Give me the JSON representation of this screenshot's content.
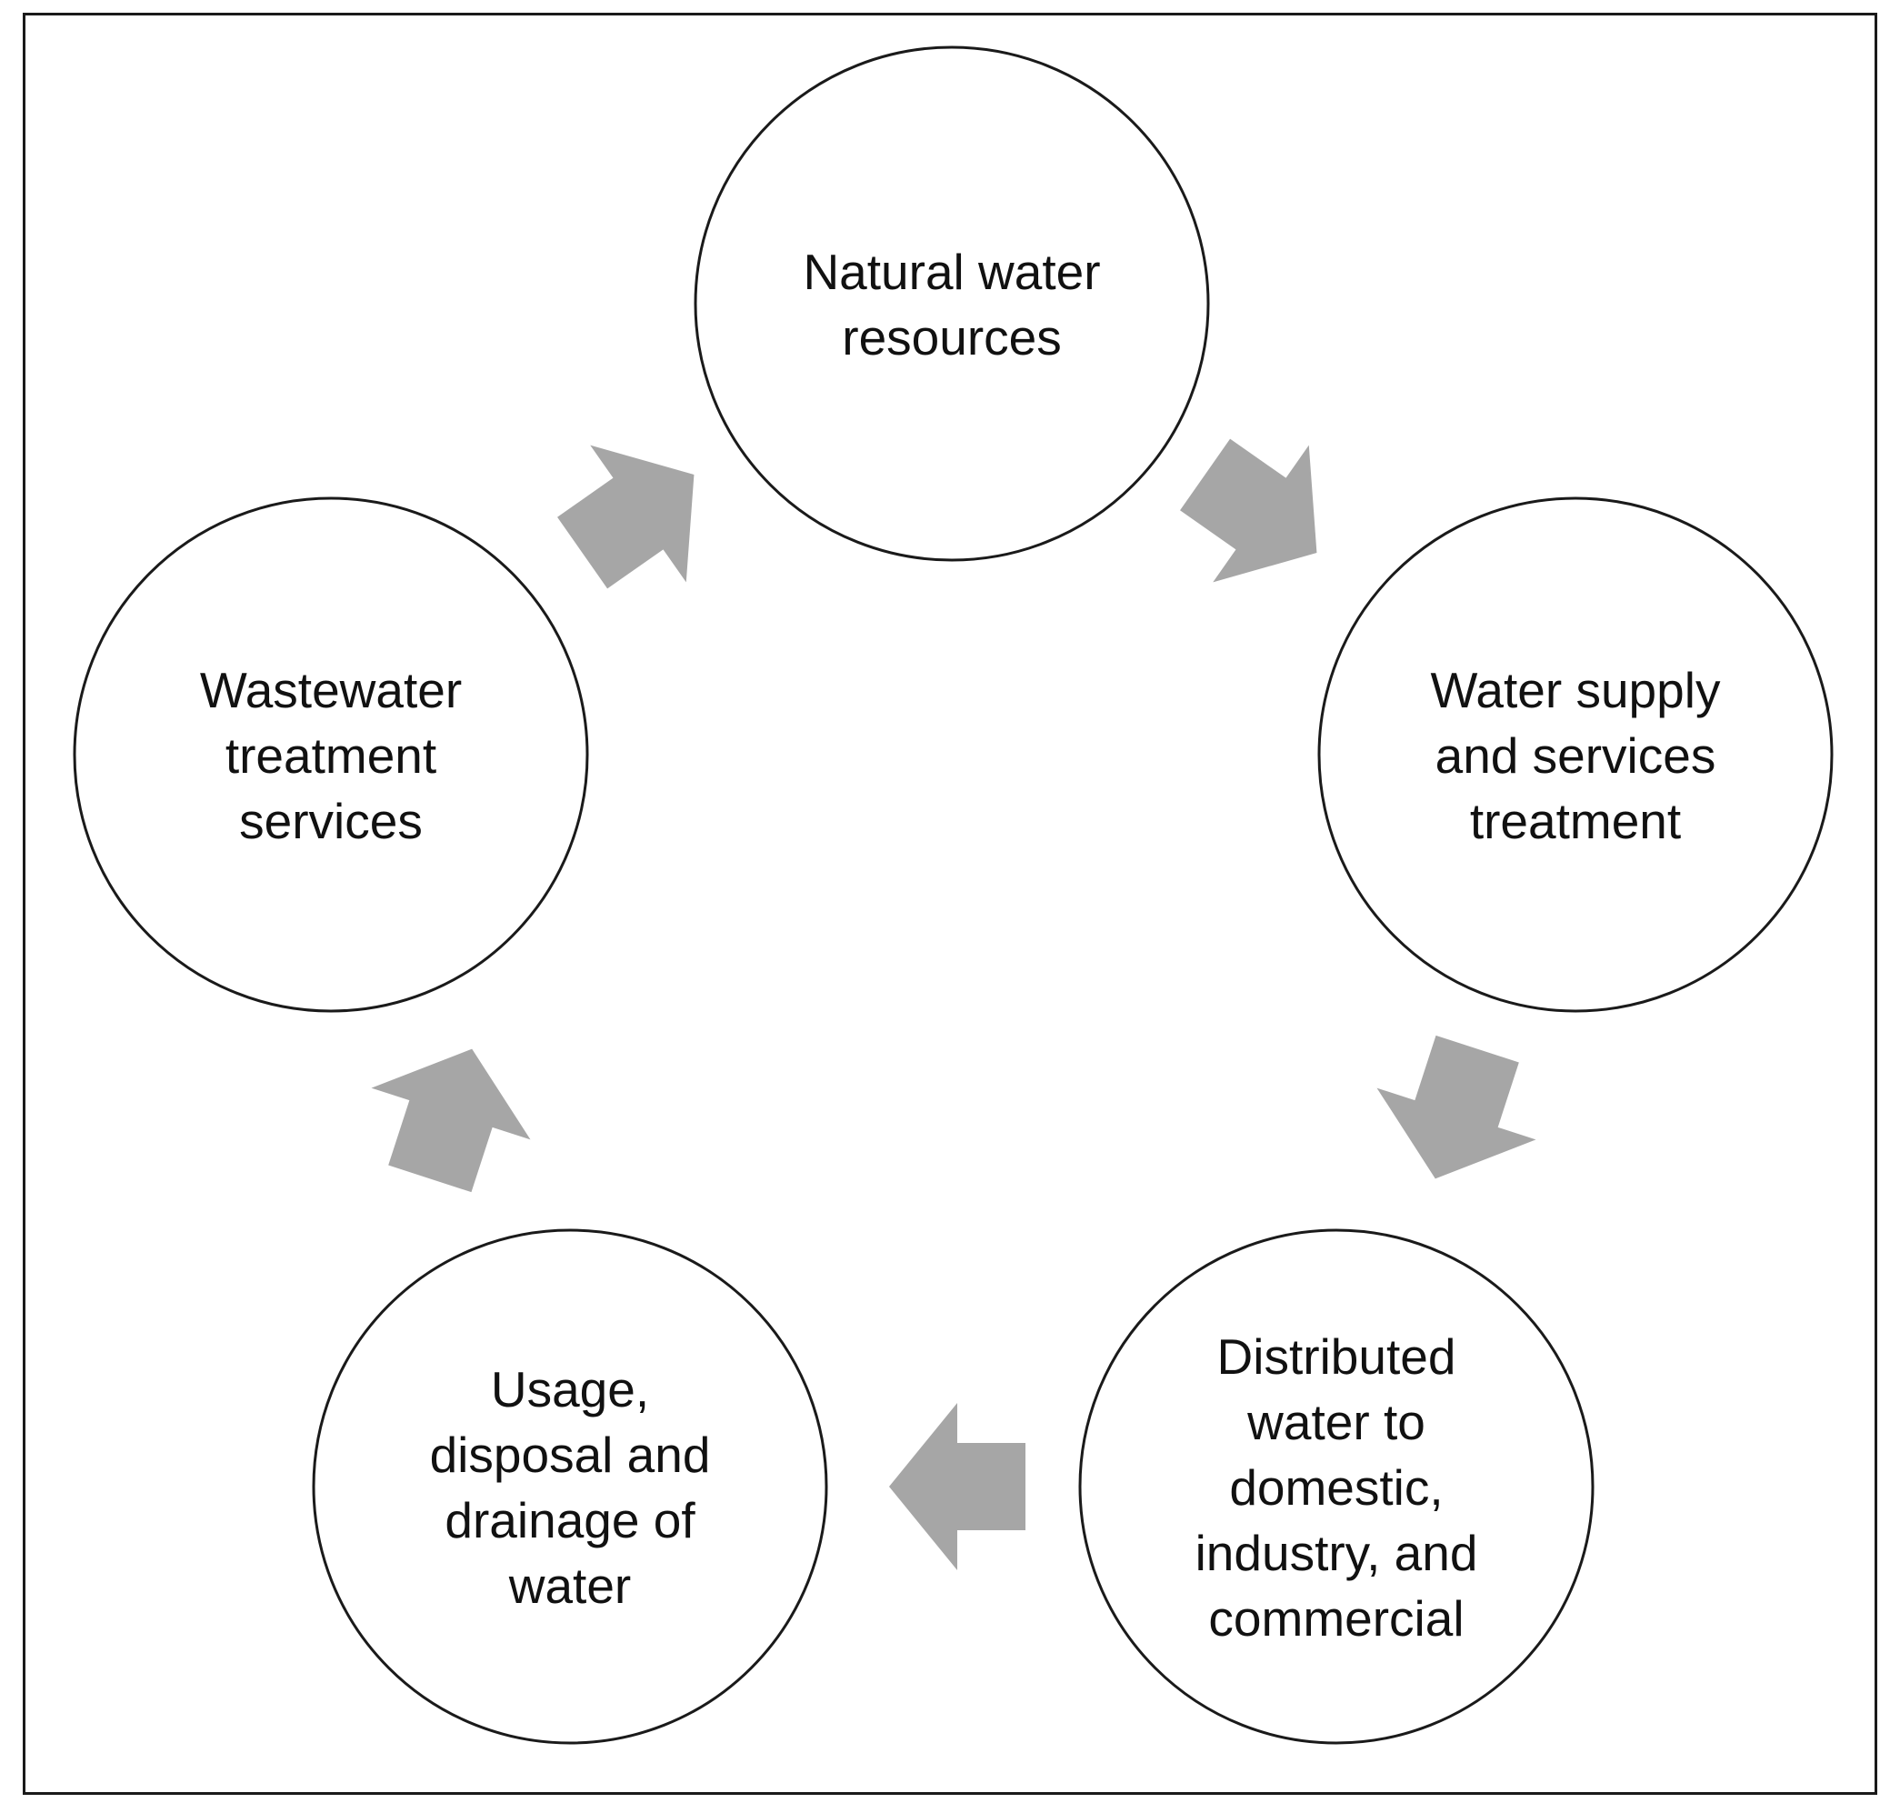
{
  "colors": {
    "arrow_fill": "#a6a6a6",
    "circle_stroke": "#1a1a1a",
    "text": "#111111",
    "background": "#ffffff"
  },
  "nodes": [
    {
      "id": "natural-water-resources",
      "lines": [
        "Natural water",
        "resources"
      ]
    },
    {
      "id": "water-supply-and-services-treatment",
      "lines": [
        "Water supply",
        "and services",
        "treatment"
      ]
    },
    {
      "id": "distributed-water",
      "lines": [
        "Distributed",
        "water to",
        "domestic,",
        "industry, and",
        "commercial"
      ]
    },
    {
      "id": "usage-disposal-drainage",
      "lines": [
        "Usage,",
        "disposal and",
        "drainage of",
        "water"
      ]
    },
    {
      "id": "wastewater-treatment-services",
      "lines": [
        "Wastewater",
        "treatment",
        "services"
      ]
    }
  ],
  "edges": [
    {
      "from": "natural-water-resources",
      "to": "water-supply-and-services-treatment"
    },
    {
      "from": "water-supply-and-services-treatment",
      "to": "distributed-water"
    },
    {
      "from": "distributed-water",
      "to": "usage-disposal-drainage"
    },
    {
      "from": "usage-disposal-drainage",
      "to": "wastewater-treatment-services"
    },
    {
      "from": "wastewater-treatment-services",
      "to": "natural-water-resources"
    }
  ]
}
